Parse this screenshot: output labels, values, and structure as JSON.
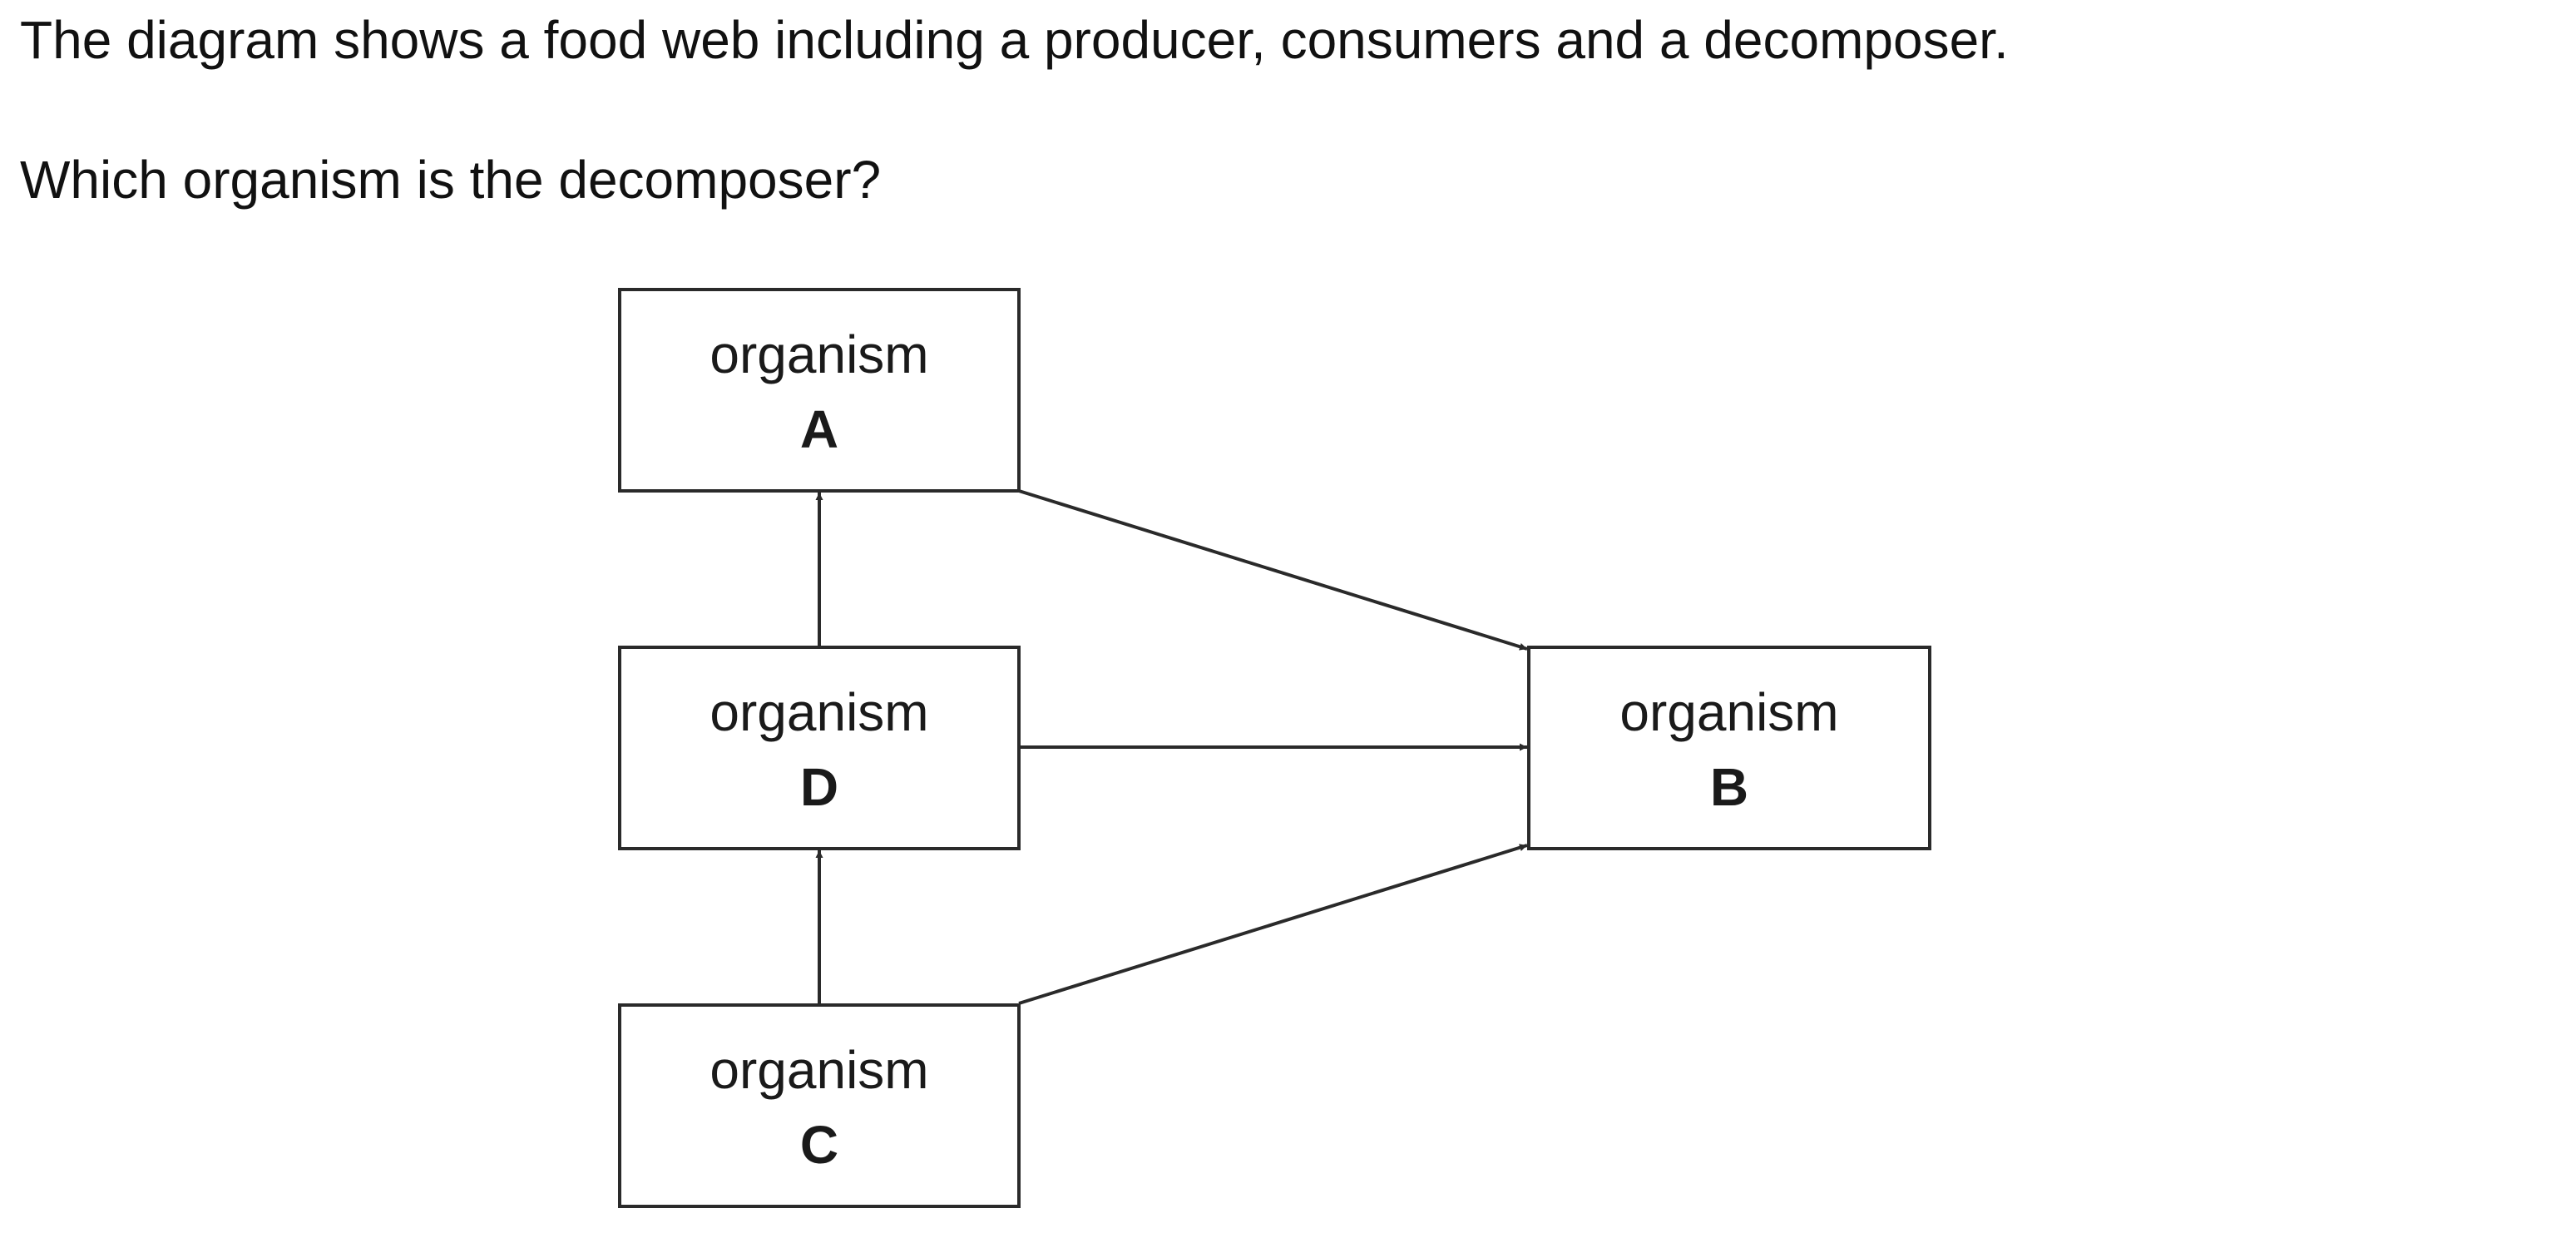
{
  "question": {
    "intro": "The diagram shows a food web including a producer, consumers and a decomposer.",
    "prompt": "Which organism is the decomposer?"
  },
  "diagram": {
    "nodes": [
      {
        "id": "A",
        "word": "organism",
        "letter": "A"
      },
      {
        "id": "D",
        "word": "organism",
        "letter": "D"
      },
      {
        "id": "C",
        "word": "organism",
        "letter": "C"
      },
      {
        "id": "B",
        "word": "organism",
        "letter": "B"
      }
    ],
    "edges": [
      {
        "from": "D",
        "to": "A"
      },
      {
        "from": "C",
        "to": "D"
      },
      {
        "from": "A",
        "to": "B"
      },
      {
        "from": "D",
        "to": "B"
      },
      {
        "from": "C",
        "to": "B"
      }
    ],
    "colors": {
      "stroke": "#2a2a2a",
      "text": "#1a1a1a",
      "background": "#ffffff"
    }
  }
}
